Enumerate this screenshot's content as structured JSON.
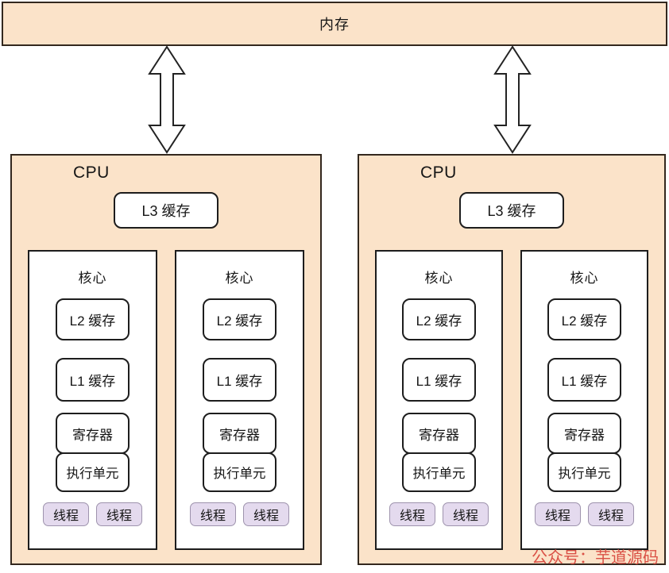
{
  "labels": {
    "memory": "内存",
    "cpu": "CPU",
    "l3_cache": "L3 缓存",
    "core": "核心",
    "l2_cache": "L2 缓存",
    "l1_cache": "L1 缓存",
    "registers": "寄存器",
    "execution_unit": "执行单元",
    "thread": "线程"
  },
  "watermark": {
    "text": "公众号：芋道源码"
  },
  "colors": {
    "panel_fill": "#fbe3c9",
    "panel_border": "#33281e",
    "inner_box_fill": "#ffffff",
    "inner_box_border": "#1d1d1d",
    "thread_fill": "#e4daee",
    "thread_border": "#9e93ad",
    "watermark_text": "#da5045",
    "text": "#161616"
  }
}
